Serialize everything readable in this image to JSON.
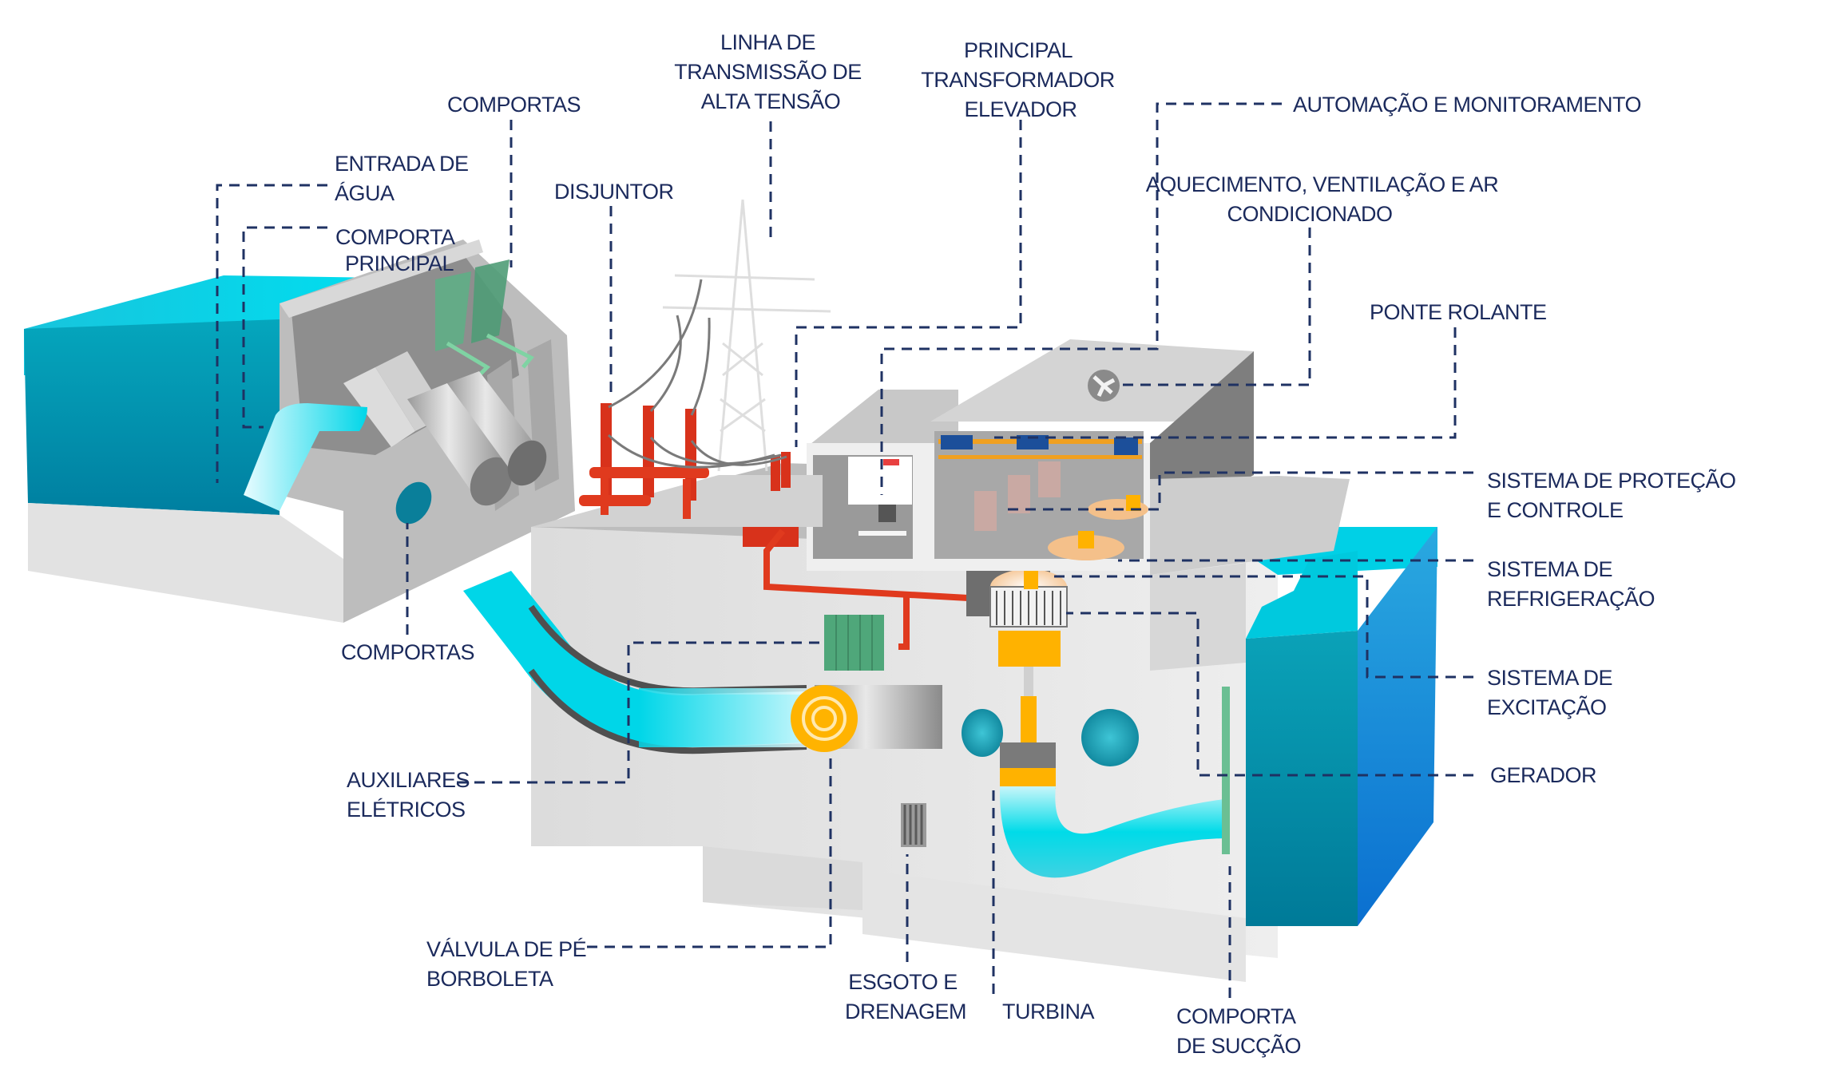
{
  "title": "Usina hidrelétrica — componentes",
  "colors": {
    "label_text": "#1b2a5c",
    "leader_line": "#1f3263",
    "water_dark": "#0a8fa8",
    "water_light": "#00d8e8",
    "concrete": "#e6e6e6",
    "concrete_shadow": "#8a8a8a",
    "electrical_red": "#e03a1e",
    "generator_yellow": "#ffb200",
    "gate_green": "#5fb88a",
    "auxiliaries_green": "#4fa77a",
    "crane_blue": "#1c4f9a"
  },
  "labels": {
    "comportas_top": [
      "COMPORTAS"
    ],
    "entrada_agua": [
      "ENTRADA DE",
      "ÁGUA"
    ],
    "comporta_principal": [
      "COMPORTA",
      "PRINCIPAL"
    ],
    "disjuntor": [
      "DISJUNTOR"
    ],
    "linha_transmissao": [
      "LINHA DE",
      "TRANSMISSÃO DE",
      "ALTA TENSÃO"
    ],
    "transformador": [
      "PRINCIPAL",
      "TRANSFORMADOR",
      "ELEVADOR"
    ],
    "automacao": [
      "AUTOMAÇÃO E MONITORAMENTO"
    ],
    "aquecimento": [
      "AQUECIMENTO, VENTILAÇÃO E AR",
      "CONDICIONADO"
    ],
    "ponte_rolante": [
      "PONTE ROLANTE"
    ],
    "protecao": [
      "SISTEMA DE PROTEÇÃO",
      "E CONTROLE"
    ],
    "refrigeracao": [
      "SISTEMA DE",
      "REFRIGERAÇÃO"
    ],
    "excitacao": [
      "SISTEMA DE",
      "EXCITAÇÃO"
    ],
    "gerador": [
      "GERADOR"
    ],
    "comporta_succao": [
      "COMPORTA",
      "DE SUCÇÃO"
    ],
    "turbina": [
      "TURBINA"
    ],
    "esgoto": [
      "ESGOTO E",
      "DRENAGEM"
    ],
    "valvula": [
      "VÁLVULA DE PÉ",
      "BORBOLETA"
    ],
    "auxiliares": [
      "AUXILIARES",
      "ELÉTRICOS"
    ],
    "comportas_bottom": [
      "COMPORTAS"
    ]
  }
}
